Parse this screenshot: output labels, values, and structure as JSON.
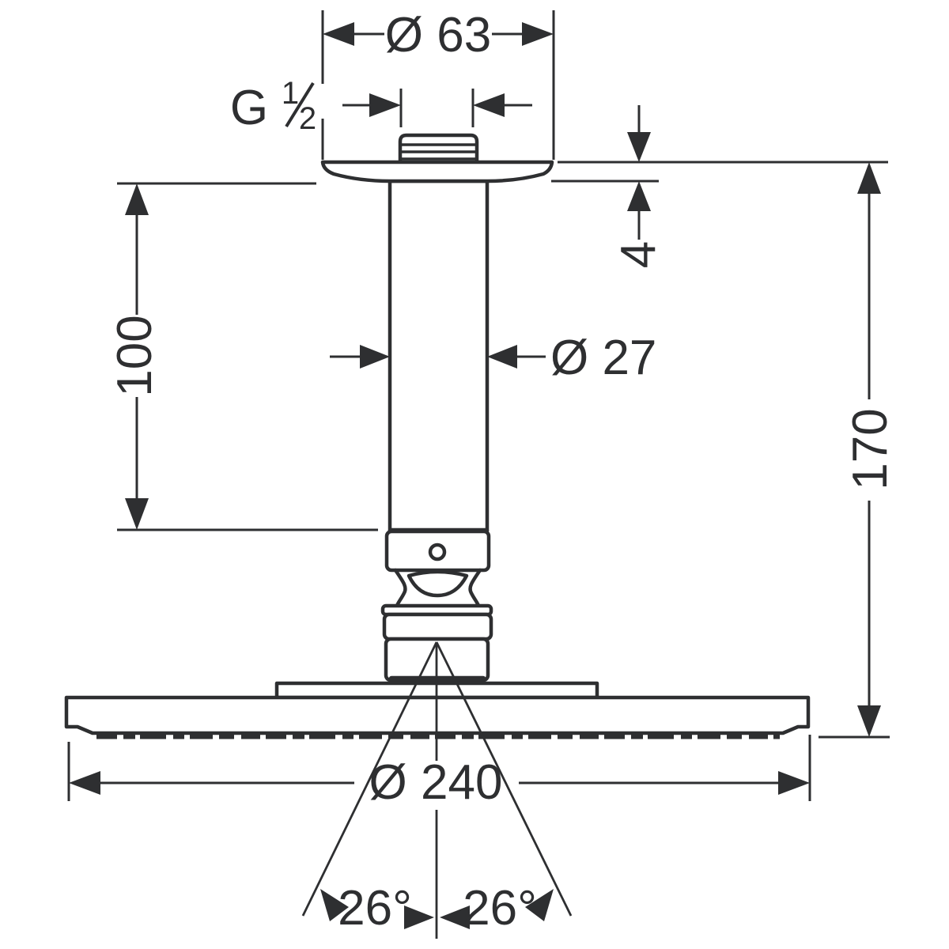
{
  "page": {
    "background": "#ffffff"
  },
  "drawing": {
    "type": "technical-dimension-drawing",
    "subject": "ceiling-mounted overhead shower with arm",
    "line_color": "#2e2f31",
    "dimensions": {
      "flange_diameter": "Ø 63",
      "thread_label_g": "G",
      "thread_frac_numerator": "1",
      "thread_frac_denominator": "2",
      "flange_thickness": "4",
      "pipe_length": "100",
      "pipe_diameter": "Ø 27",
      "total_height": "170",
      "head_diameter": "Ø 240",
      "spray_angle_left": "26°",
      "spray_angle_right": "26°"
    }
  }
}
